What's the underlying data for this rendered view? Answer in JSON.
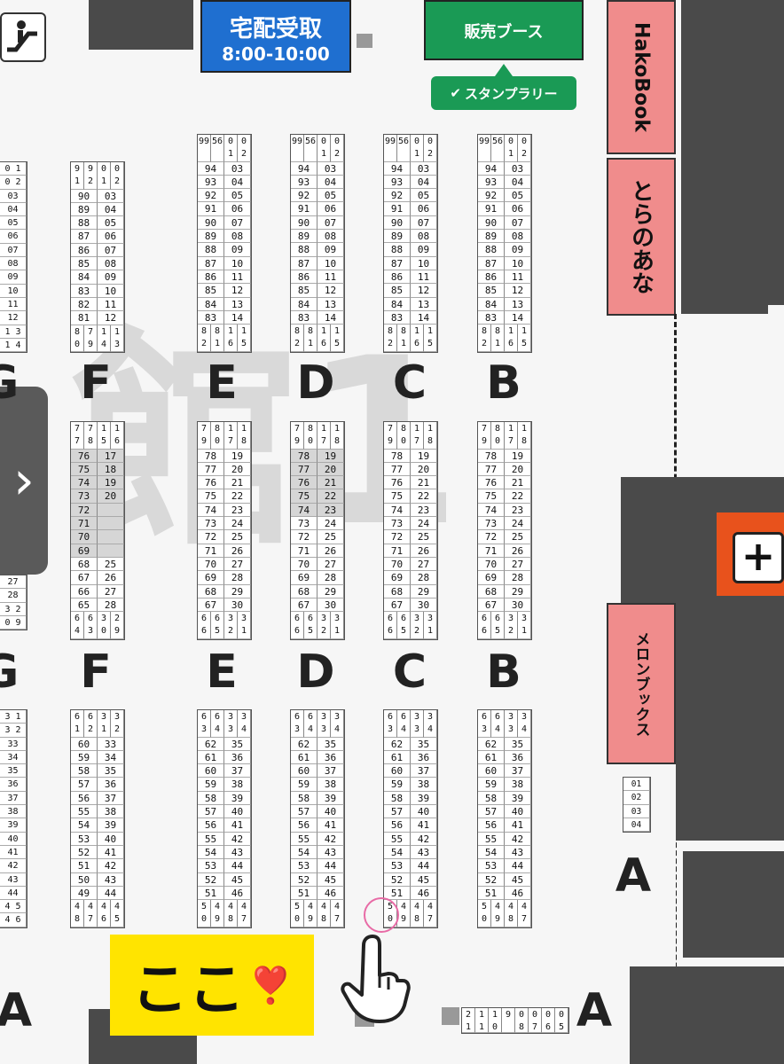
{
  "header": {
    "delivery_title": "宅配受取",
    "delivery_hours": "8:00-10:00",
    "sales_booth": "販売ブース",
    "stamp_rally": "スタンプラリー"
  },
  "booths": {
    "hakobook": "HakoBook",
    "toranoana": "とらのあな",
    "melonbooks": "メロンブックス"
  },
  "section_markers": {
    "upper_row": [
      "G",
      "F",
      "E",
      "D",
      "C",
      "B"
    ],
    "lower_row": [
      "G",
      "F",
      "E",
      "D",
      "C",
      "B"
    ],
    "a_labels": [
      "A",
      "A",
      "A"
    ]
  },
  "callout": {
    "text": "ここ",
    "emoji": "❣️"
  },
  "nav": {
    "next_arrow": "›"
  },
  "medical": {
    "symbol": "+"
  },
  "booth_blocks": {
    "top": [
      {
        "top": [
          "99",
          "56",
          "0 1",
          "0 2"
        ],
        "pairs": [
          [
            "94",
            "03"
          ],
          [
            "93",
            "04"
          ],
          [
            "92",
            "05"
          ],
          [
            "91",
            "06"
          ],
          [
            "90",
            "07"
          ],
          [
            "89",
            "08"
          ],
          [
            "88",
            "09"
          ],
          [
            "87",
            "10"
          ],
          [
            "86",
            "11"
          ],
          [
            "85",
            "12"
          ],
          [
            "84",
            "13"
          ],
          [
            "83",
            "14"
          ]
        ],
        "bottom": [
          "8 2",
          "8 1",
          "1 6",
          "1 5"
        ]
      }
    ],
    "f_top": {
      "top": [
        "9 1",
        "9 2",
        "0 1",
        "0 2"
      ],
      "pairs": [
        [
          "90",
          "03"
        ],
        [
          "89",
          "04"
        ],
        [
          "88",
          "05"
        ],
        [
          "87",
          "06"
        ],
        [
          "86",
          "07"
        ],
        [
          "85",
          "08"
        ],
        [
          "84",
          "09"
        ],
        [
          "83",
          "10"
        ],
        [
          "82",
          "11"
        ],
        [
          "81",
          "12"
        ]
      ],
      "bottom": [
        "8 0",
        "7 9",
        "1 4",
        "1 3"
      ]
    },
    "g_top_partial": [
      "0 1",
      "0 2",
      "03",
      "04",
      "05",
      "06",
      "07",
      "08",
      "09",
      "10",
      "11",
      "12",
      "1 3",
      "1 4"
    ],
    "mid_full": {
      "top": [
        "7 9",
        "8 0",
        "1 7",
        "1 8"
      ],
      "pairs": [
        [
          "78",
          "19"
        ],
        [
          "77",
          "20"
        ],
        [
          "76",
          "21"
        ],
        [
          "75",
          "22"
        ],
        [
          "74",
          "23"
        ],
        [
          "73",
          "24"
        ],
        [
          "72",
          "25"
        ],
        [
          "71",
          "26"
        ],
        [
          "70",
          "27"
        ],
        [
          "69",
          "28"
        ],
        [
          "68",
          "29"
        ],
        [
          "67",
          "30"
        ]
      ],
      "bottom": [
        "6 6",
        "6 5",
        "3 2",
        "3 1"
      ]
    },
    "f_mid": {
      "top": [
        "7 7",
        "7 8",
        "1 5",
        "1 6"
      ],
      "pairs": [
        [
          "76",
          "17"
        ],
        [
          "75",
          "18"
        ],
        [
          "74",
          "19"
        ],
        [
          "73",
          "20"
        ],
        [
          "72",
          ""
        ],
        [
          "71",
          ""
        ],
        [
          "70",
          ""
        ],
        [
          "69",
          ""
        ],
        [
          "68",
          "25"
        ],
        [
          "67",
          "26"
        ],
        [
          "66",
          "27"
        ],
        [
          "65",
          "28"
        ]
      ],
      "bottom": [
        "6 4",
        "6 3",
        "3 0",
        "2 9"
      ]
    },
    "bot_full": {
      "top": [
        "6 3",
        "6 4",
        "3 3",
        "3 4"
      ],
      "pairs": [
        [
          "62",
          "35"
        ],
        [
          "61",
          "36"
        ],
        [
          "60",
          "37"
        ],
        [
          "59",
          "38"
        ],
        [
          "58",
          "39"
        ],
        [
          "57",
          "40"
        ],
        [
          "56",
          "41"
        ],
        [
          "55",
          "42"
        ],
        [
          "54",
          "43"
        ],
        [
          "53",
          "44"
        ],
        [
          "52",
          "45"
        ],
        [
          "51",
          "46"
        ]
      ],
      "bottom": [
        "5 0",
        "4 9",
        "4 8",
        "4 7"
      ]
    },
    "f_bot": {
      "top": [
        "6 1",
        "6 2",
        "3 1",
        "3 2"
      ],
      "pairs": [
        [
          "60",
          "33"
        ],
        [
          "59",
          "34"
        ],
        [
          "58",
          "35"
        ],
        [
          "57",
          "36"
        ],
        [
          "56",
          "37"
        ],
        [
          "55",
          "38"
        ],
        [
          "54",
          "39"
        ],
        [
          "53",
          "40"
        ],
        [
          "52",
          "41"
        ],
        [
          "51",
          "42"
        ],
        [
          "50",
          "43"
        ],
        [
          "49",
          "44"
        ]
      ],
      "bottom": [
        "4 8",
        "4 7",
        "4 6",
        "4 5"
      ]
    },
    "a_small": [
      "01",
      "02",
      "03",
      "04"
    ],
    "bottom_strip": [
      "2 1",
      "1 1",
      "1 0",
      "9",
      "0 8",
      "0 7",
      "0 6",
      "0 5"
    ]
  },
  "colors": {
    "delivery_blue": "#1f6fd0",
    "sales_green": "#1a9a55",
    "booth_pink": "#f08c8c",
    "callout_yellow": "#ffe400",
    "medical_orange": "#e8521c",
    "wall_dark": "#4a4a4a"
  },
  "icons": [
    "escalator-icon",
    "check-icon",
    "pointing-hand-icon",
    "heart-exclamation-icon",
    "chevron-right-icon",
    "plus-icon"
  ]
}
